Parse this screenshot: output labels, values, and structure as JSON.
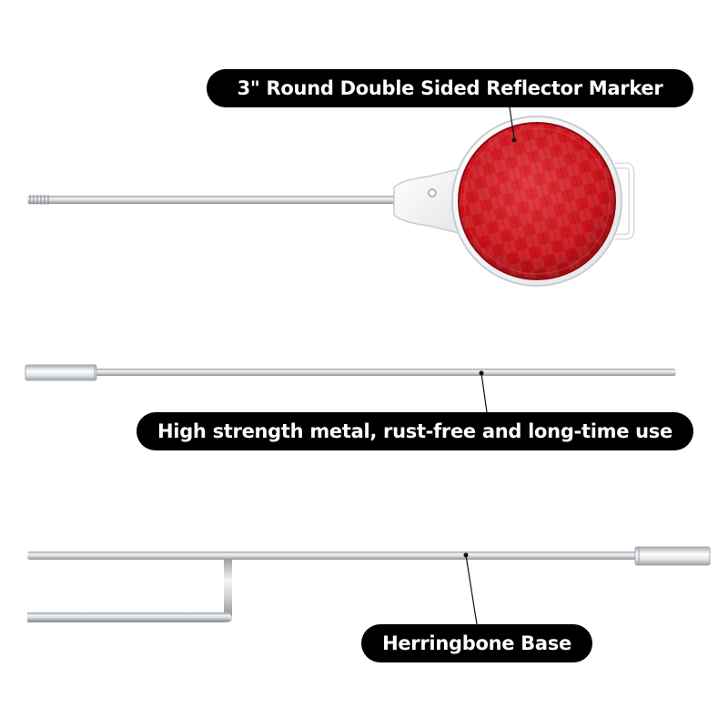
{
  "labels": {
    "reflector": "3\" Round Double Sided Reflector Marker",
    "metal": "High strength metal, rust-free and long-time use",
    "base": "Herringbone Base"
  },
  "colors": {
    "label_background": "#000000",
    "label_text": "#ffffff",
    "reflector_red": "#c8121a",
    "housing": "#ffffff",
    "rod_metal": "#cfd3d6"
  },
  "parts": [
    {
      "name": "reflector-marker",
      "icon": "round-reflector-icon"
    },
    {
      "name": "rod-extension",
      "icon": "metal-rod-icon"
    },
    {
      "name": "herringbone-base",
      "icon": "ground-stake-icon"
    }
  ]
}
